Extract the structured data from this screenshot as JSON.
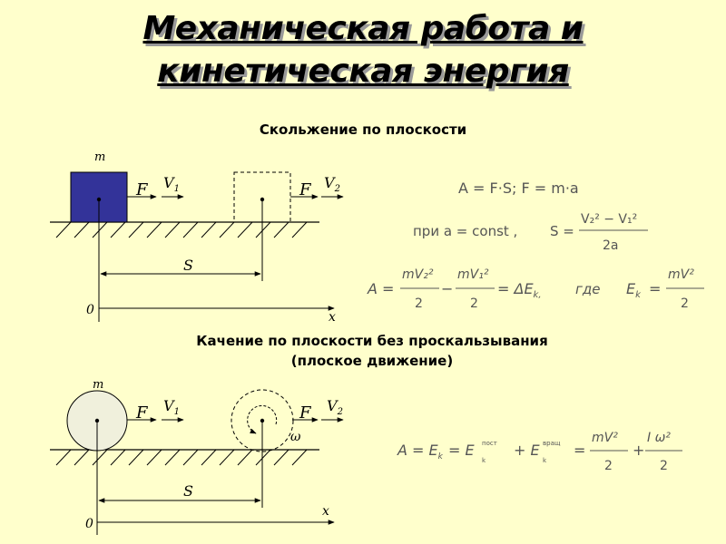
{
  "title": {
    "line1": "Механическая работа и",
    "line2": "кинетическая энергия"
  },
  "section1": {
    "heading": "Скольжение по плоскости",
    "mass": "m",
    "force1": "F",
    "force2": "F",
    "vel1": "V",
    "vel1_sub": "1",
    "vel2": "V",
    "vel2_sub": "2",
    "dist": "S",
    "origin": "0",
    "axis": "x",
    "formula1": "A = F·S;    F = m·a",
    "formula2_pre": "при   a = const ,",
    "formula2_lhs": "S =",
    "formula2_num": "V₂² − V₁²",
    "formula2_den": "2a",
    "energy_lhs": "A =",
    "energy_n1": "mV₂²",
    "energy_d1": "2",
    "energy_minus": "−",
    "energy_n2": "mV₁²",
    "energy_d2": "2",
    "energy_res": "= ΔE",
    "energy_res_sub": "k,",
    "energy_where": "где",
    "ek": "E",
    "ek_sub": "k",
    "ek_eq": "=",
    "ek_num": "mV²",
    "ek_den": "2"
  },
  "section2": {
    "heading_line1": "Качение по плоскости без проскальзывания",
    "heading_line2": "(плоское движение)",
    "mass": "m",
    "force1": "F",
    "force2": "F",
    "vel1": "V",
    "vel1_sub": "1",
    "vel2": "V",
    "vel2_sub": "2",
    "omega": "ω",
    "dist": "S",
    "origin": "0",
    "axis": "x",
    "f_lhs": "A = E",
    "f_lhs_sub": "k",
    "f_eq1": "= E",
    "f_post_sup": "пост",
    "f_post_sub": "k",
    "f_plus": "+ E",
    "f_vr_sup": "вращ",
    "f_vr_sub": "k",
    "f_eq2": "=",
    "f_n1": "mV²",
    "f_d1": "2",
    "f_plus2": "+",
    "f_n2": "I ω²",
    "f_d2": "2"
  },
  "colors": {
    "background": "#ffffcc",
    "block": "#333399",
    "disc": "#f0f0dc"
  }
}
